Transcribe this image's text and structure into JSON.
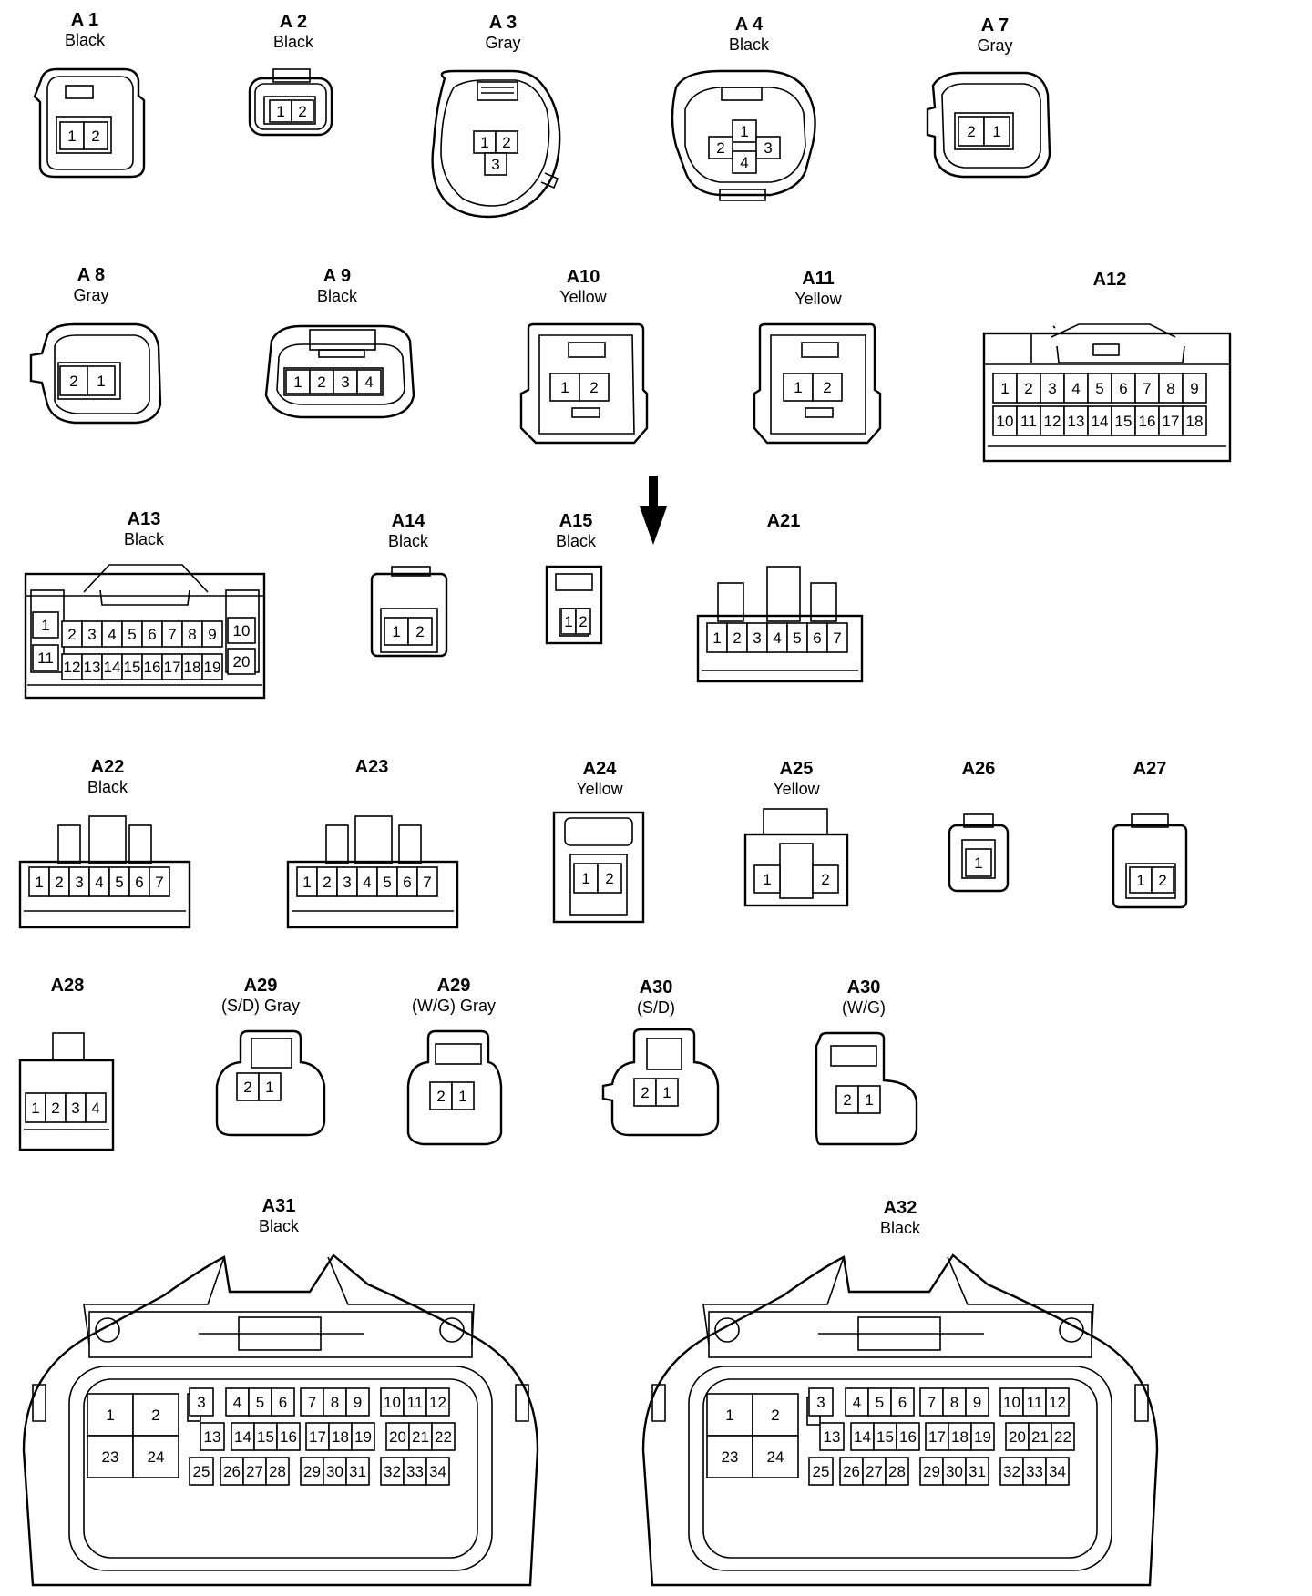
{
  "connectors": [
    {
      "id": "A 1",
      "color": "Black",
      "pins": [
        "1",
        "2"
      ]
    },
    {
      "id": "A 2",
      "color": "Black",
      "pins": [
        "1",
        "2"
      ]
    },
    {
      "id": "A 3",
      "color": "Gray",
      "pins": [
        "1",
        "2",
        "3"
      ]
    },
    {
      "id": "A 4",
      "color": "Black",
      "pins": [
        "1",
        "2",
        "3",
        "4"
      ]
    },
    {
      "id": "A 7",
      "color": "Gray",
      "pins": [
        "2",
        "1"
      ]
    },
    {
      "id": "A 8",
      "color": "Gray",
      "pins": [
        "2",
        "1"
      ]
    },
    {
      "id": "A 9",
      "color": "Black",
      "pins": [
        "1",
        "2",
        "3",
        "4"
      ]
    },
    {
      "id": "A10",
      "color": "Yellow",
      "pins": [
        "1",
        "2"
      ]
    },
    {
      "id": "A11",
      "color": "Yellow",
      "pins": [
        "1",
        "2"
      ]
    },
    {
      "id": "A12",
      "color": "",
      "pins": [
        "1",
        "2",
        "3",
        "4",
        "5",
        "6",
        "7",
        "8",
        "9",
        "10",
        "11",
        "12",
        "13",
        "14",
        "15",
        "16",
        "17",
        "18"
      ]
    },
    {
      "id": "A13",
      "color": "Black",
      "pins": [
        "1",
        "2",
        "3",
        "4",
        "5",
        "6",
        "7",
        "8",
        "9",
        "10",
        "11",
        "12",
        "13",
        "14",
        "15",
        "16",
        "17",
        "18",
        "19",
        "20"
      ]
    },
    {
      "id": "A14",
      "color": "Black",
      "pins": [
        "1",
        "2"
      ]
    },
    {
      "id": "A15",
      "color": "Black",
      "pins": [
        "1",
        "2"
      ]
    },
    {
      "id": "A21",
      "color": "",
      "pins": [
        "1",
        "2",
        "3",
        "4",
        "5",
        "6",
        "7"
      ]
    },
    {
      "id": "A22",
      "color": "Black",
      "pins": [
        "1",
        "2",
        "3",
        "4",
        "5",
        "6",
        "7"
      ]
    },
    {
      "id": "A23",
      "color": "",
      "pins": [
        "1",
        "2",
        "3",
        "4",
        "5",
        "6",
        "7"
      ]
    },
    {
      "id": "A24",
      "color": "Yellow",
      "pins": [
        "1",
        "2"
      ]
    },
    {
      "id": "A25",
      "color": "Yellow",
      "pins": [
        "1",
        "2"
      ]
    },
    {
      "id": "A26",
      "color": "",
      "pins": [
        "1"
      ]
    },
    {
      "id": "A27",
      "color": "",
      "pins": [
        "1",
        "2"
      ]
    },
    {
      "id": "A28",
      "color": "",
      "pins": [
        "1",
        "2",
        "3",
        "4"
      ]
    },
    {
      "id": "A29",
      "color": "(S/D)  Gray",
      "pins": [
        "2",
        "1"
      ]
    },
    {
      "id": "A29",
      "color": "(W/G)  Gray",
      "pins": [
        "2",
        "1"
      ]
    },
    {
      "id": "A30",
      "color": "(S/D)",
      "pins": [
        "2",
        "1"
      ]
    },
    {
      "id": "A30",
      "color": "(W/G)",
      "pins": [
        "2",
        "1"
      ]
    },
    {
      "id": "A31",
      "color": "Black",
      "pins": [
        "1",
        "2",
        "23",
        "24",
        "3",
        "4",
        "5",
        "6",
        "7",
        "8",
        "9",
        "10",
        "11",
        "12",
        "13",
        "14",
        "15",
        "16",
        "17",
        "18",
        "19",
        "20",
        "21",
        "22",
        "25",
        "26",
        "27",
        "28",
        "29",
        "30",
        "31",
        "32",
        "33",
        "34"
      ]
    },
    {
      "id": "A32",
      "color": "Black",
      "pins": [
        "1",
        "2",
        "23",
        "24",
        "3",
        "4",
        "5",
        "6",
        "7",
        "8",
        "9",
        "10",
        "11",
        "12",
        "13",
        "14",
        "15",
        "16",
        "17",
        "18",
        "19",
        "20",
        "21",
        "22",
        "25",
        "26",
        "27",
        "28",
        "29",
        "30",
        "31",
        "32",
        "33",
        "34"
      ]
    }
  ]
}
